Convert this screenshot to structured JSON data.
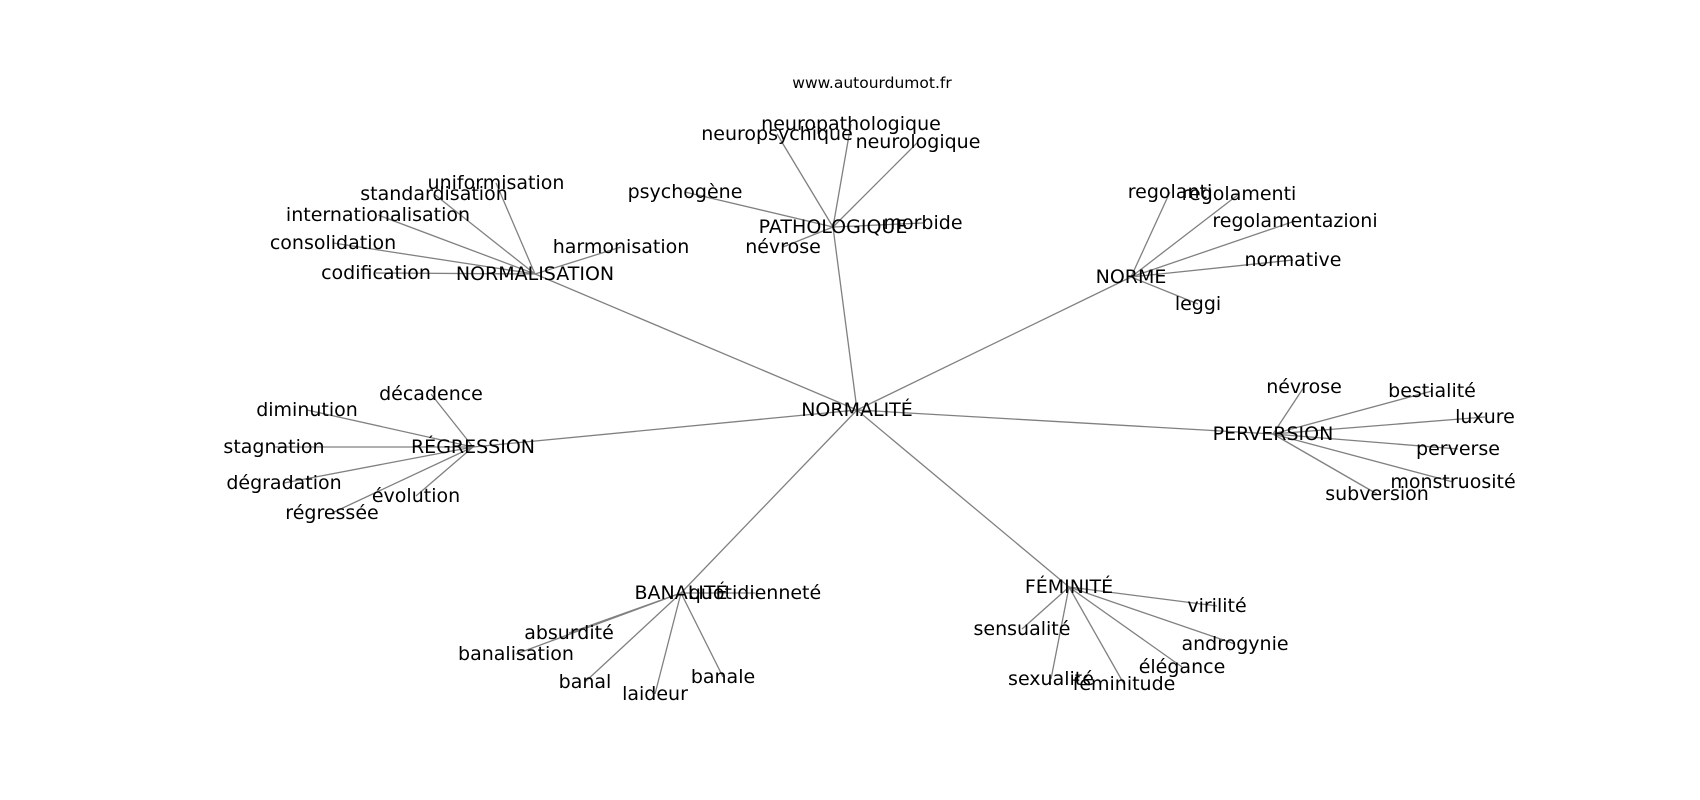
{
  "source": "www.autourdumot.fr",
  "center": "NORMALITÉ",
  "hubs": [
    {
      "label": "NORMALISATION",
      "words": [
        "uniformisation",
        "standardisation",
        "internationalisation",
        "consolidation",
        "codification",
        "harmonisation"
      ]
    },
    {
      "label": "PATHOLOGIQUE",
      "words": [
        "neuropathologique",
        "neuropsychique",
        "neurologique",
        "psychogène",
        "morbide",
        "névrose"
      ]
    },
    {
      "label": "NORME",
      "words": [
        "regolanti",
        "regolamenti",
        "regolamentazioni",
        "normative",
        "leggi"
      ]
    },
    {
      "label": "PERVERSION",
      "words": [
        "névrose",
        "bestialité",
        "luxure",
        "perverse",
        "monstruosité",
        "subversion"
      ]
    },
    {
      "label": "FÉMINITÉ",
      "words": [
        "virilité",
        "sensualité",
        "androgynie",
        "élégance",
        "sexualité",
        "féminitude"
      ]
    },
    {
      "label": "BANALITÉ",
      "words": [
        "quotidienneté",
        "absurdité",
        "banalisation",
        "banal",
        "laideur",
        "banale"
      ]
    },
    {
      "label": "RÉGRESSION",
      "words": [
        "décadence",
        "diminution",
        "stagnation",
        "dégradation",
        "évolution",
        "régressée"
      ]
    }
  ]
}
